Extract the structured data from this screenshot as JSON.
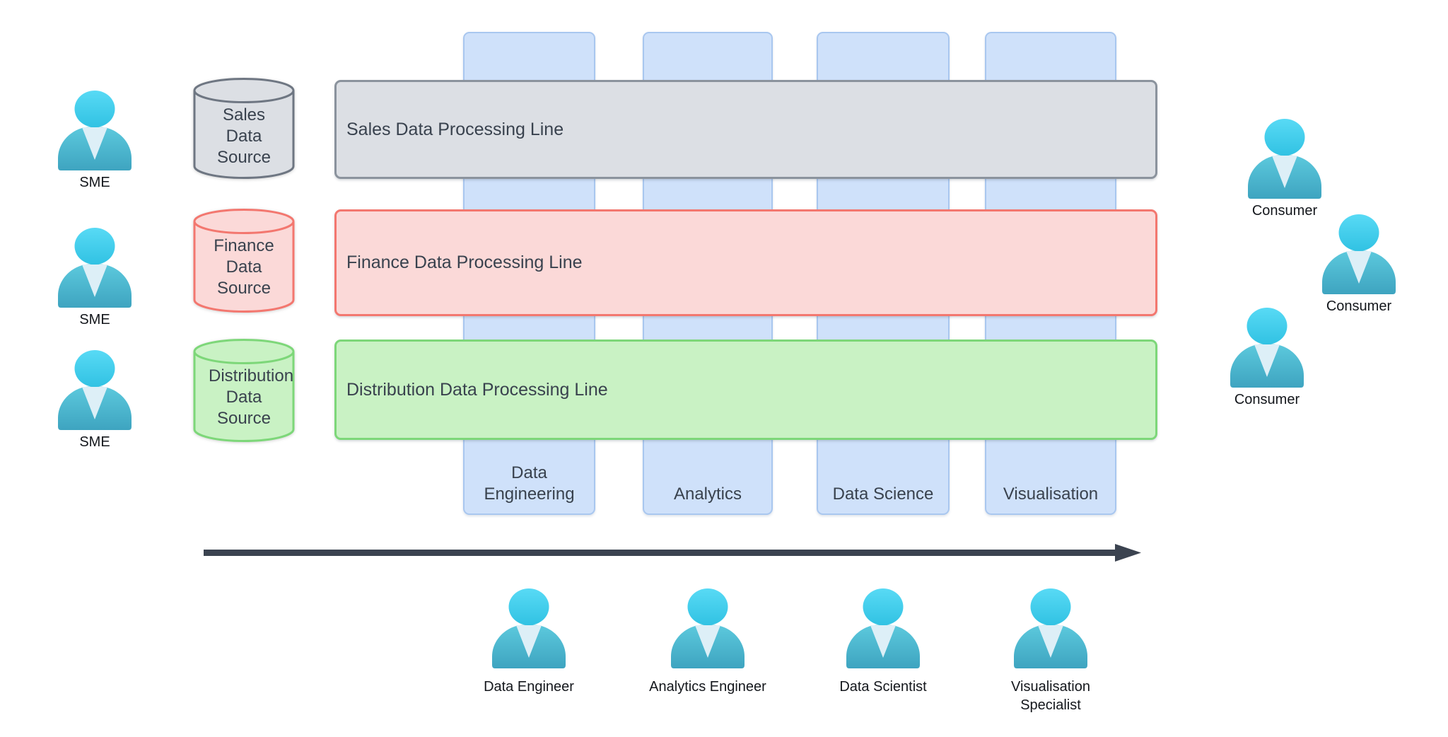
{
  "lanes": [
    {
      "id": "sales",
      "label": "Sales Data Processing Line",
      "source_label": "Sales Data Source",
      "fill_color": "#dcdfe4",
      "border_color": "#8b939d"
    },
    {
      "id": "finance",
      "label": "Finance Data Processing Line",
      "source_label": "Finance Data Source",
      "fill_color": "#fbd9d8",
      "border_color": "#f3776f"
    },
    {
      "id": "distribution",
      "label": "Distribution Data Processing Line",
      "source_label": "Distribution Data Source",
      "fill_color": "#c9f2c4",
      "border_color": "#7dd779"
    }
  ],
  "stages": [
    {
      "label": "Data Engineering"
    },
    {
      "label": "Analytics"
    },
    {
      "label": "Data Science"
    },
    {
      "label": "Visualisation"
    }
  ],
  "stage_column_colors": {
    "fill": "#cfe1fa",
    "border": "#a9c7ef"
  },
  "people": {
    "smes": [
      "SME",
      "SME",
      "SME"
    ],
    "consumers": [
      "Consumer",
      "Consumer",
      "Consumer"
    ],
    "roles": [
      "Data Engineer",
      "Analytics Engineer",
      "Data Scientist",
      "Visualisation Specialist"
    ],
    "icon_colors": {
      "head_top": "#58daf5",
      "head_bottom": "#31c2e3",
      "body_top": "#5cc9dd",
      "body_bottom": "#3ea4c0",
      "collar": "#ddeff7"
    }
  },
  "arrow_color": "#3b4350"
}
